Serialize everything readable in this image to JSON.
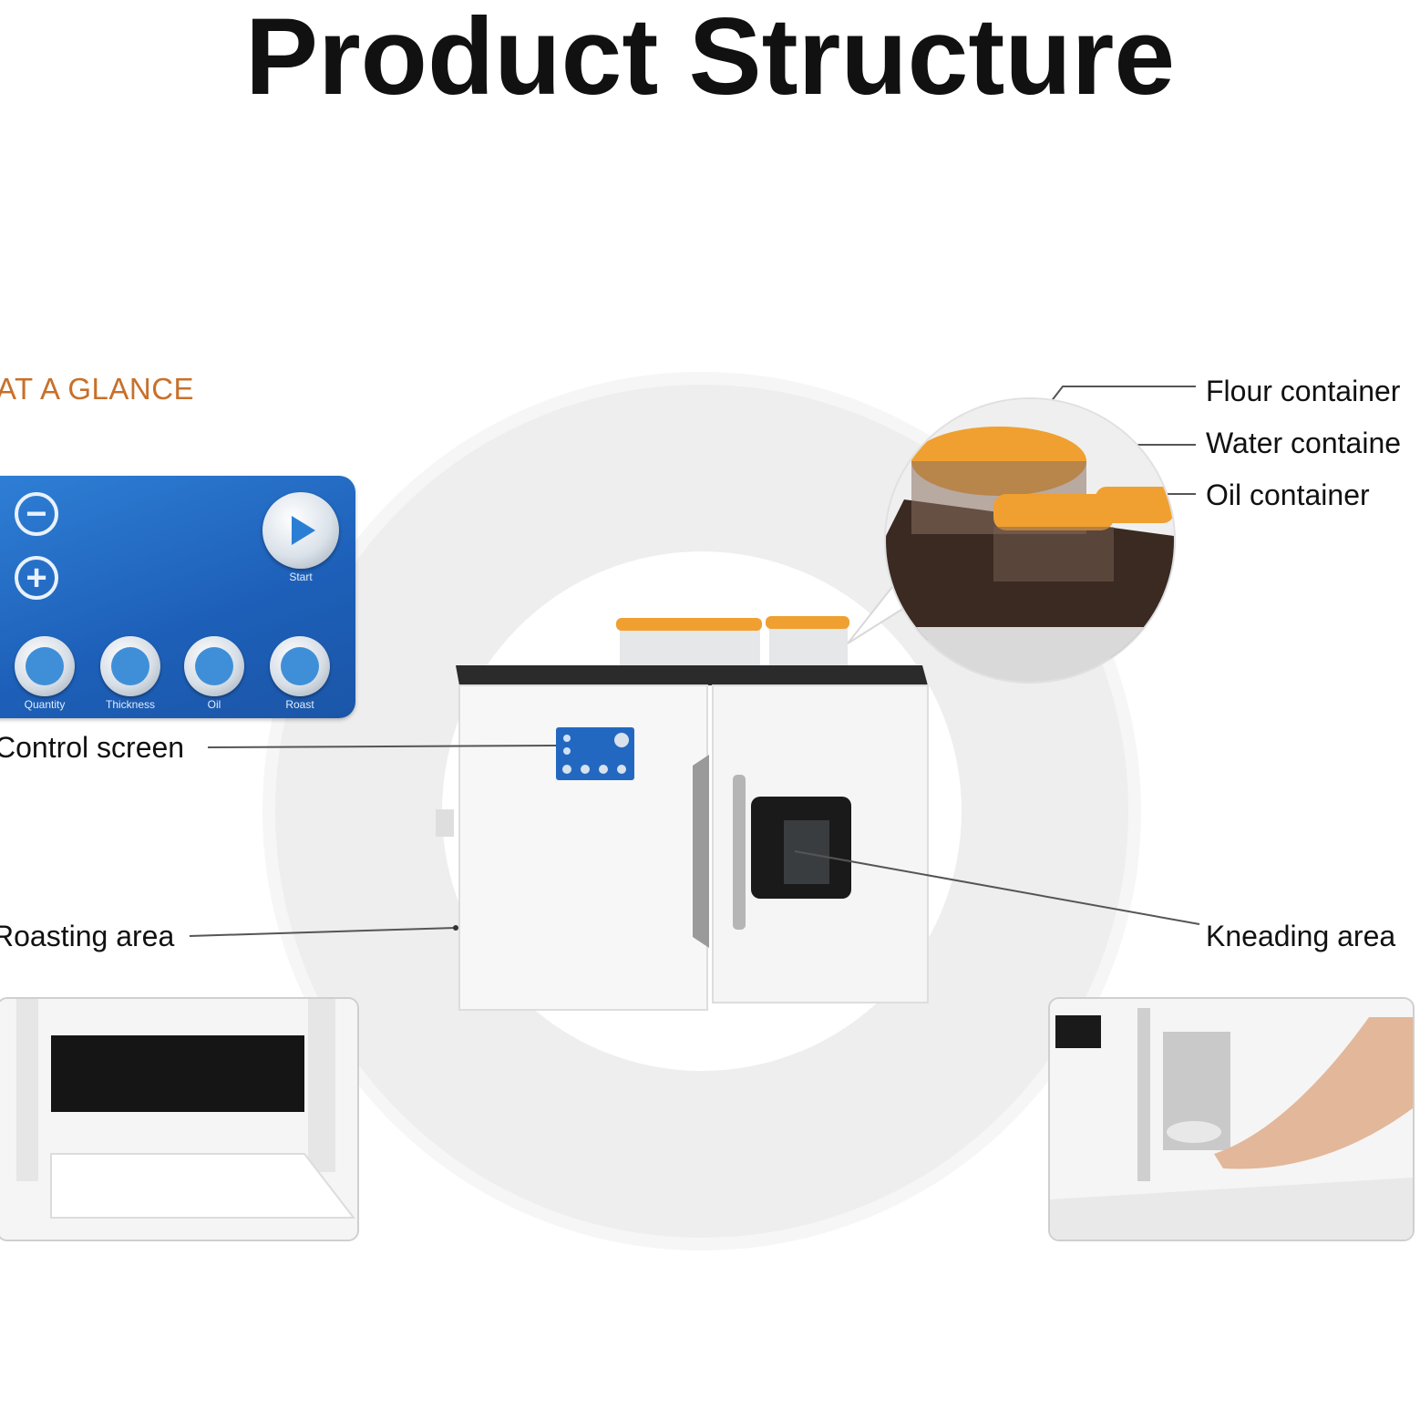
{
  "title": "Product Structure",
  "section_heading": "AT A GLANCE",
  "callouts": {
    "flour": "Flour container",
    "water": "Water containe",
    "oil": "Oil container",
    "control": "Control screen",
    "roasting": "Roasting area",
    "kneading": "Kneading area"
  },
  "panel": {
    "minus_symbol": "−",
    "plus_symbol": "+",
    "start": "Start",
    "quantity": "Quantity",
    "thickness": "Thickness",
    "oil": "Oil",
    "roast": "Roast"
  },
  "colors": {
    "heading_orange": "#c8702a",
    "panel_blue": "#2368c0",
    "lid_orange": "#f0a030"
  }
}
